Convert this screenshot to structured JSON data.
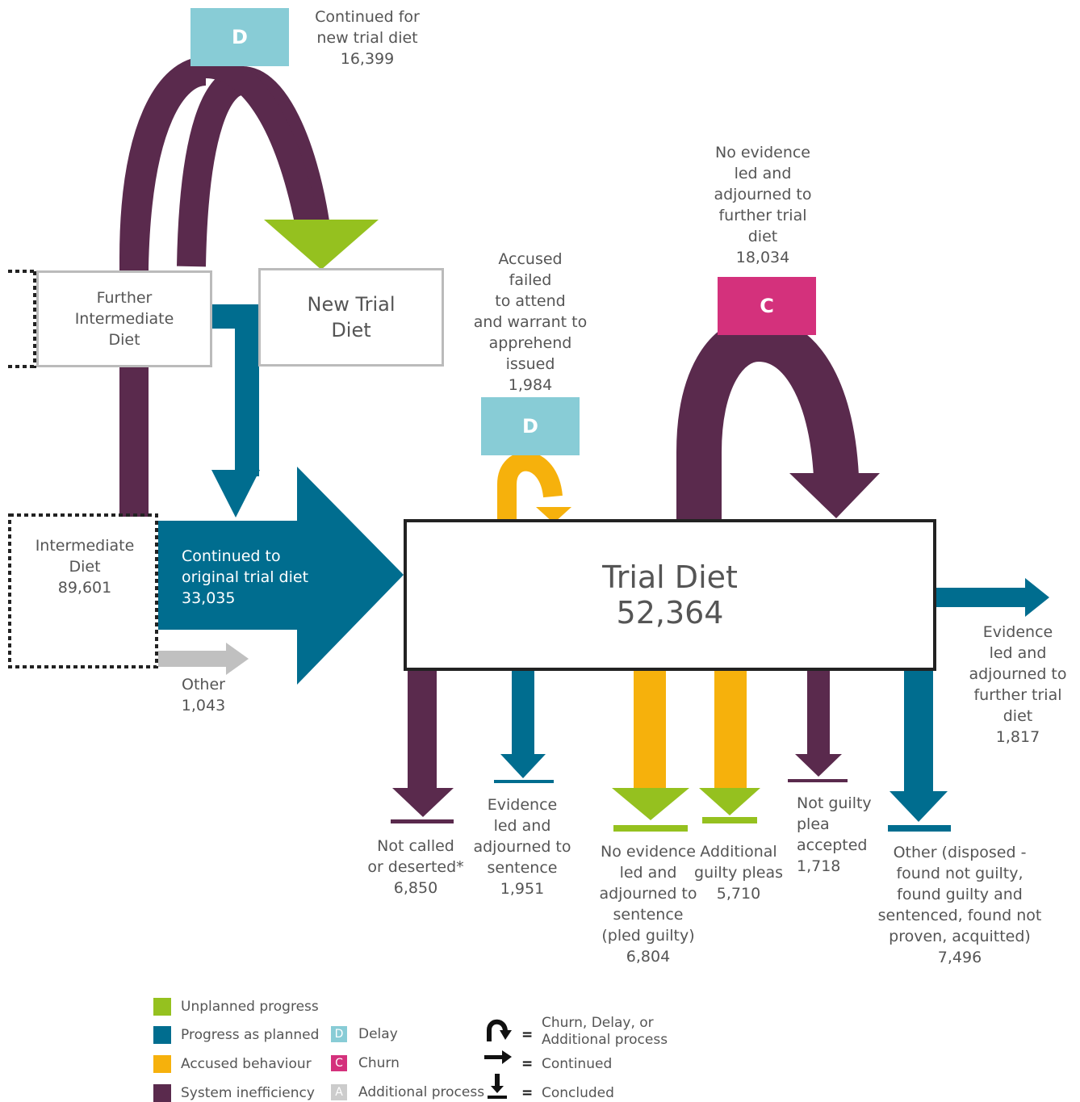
{
  "colors": {
    "unplanned_progress": "#95c11f",
    "progress_as_planned": "#006d8f",
    "accused_behaviour": "#f6b10c",
    "system_inefficiency": "#5a2a4d",
    "delay": "#88ccd6",
    "churn": "#d4317c",
    "additional_process": "#cccccc",
    "other_grey": "#c0c0c0"
  },
  "nodes": {
    "further_intermediate": "Further\nIntermediate\nDiet",
    "new_trial": "New Trial\nDiet",
    "intermediate": "Intermediate\nDiet\n89,601",
    "trial_diet_title": "Trial Diet",
    "trial_diet_value": "52,364"
  },
  "badges": {
    "delay_top": "D",
    "delay_accused": "D",
    "churn": "C"
  },
  "labels": {
    "continued_new_trial": "Continued for\nnew trial diet\n16,399",
    "accused_failed": "Accused\nfailed\nto attend\nand warrant to\napprehend\nissued\n1,984",
    "no_evidence_further": "No evidence\nled and\nadjourned to\nfurther trial\ndiet\n18,034",
    "continued_original": "Continued to\noriginal trial diet\n33,035",
    "other_1043": "Other\n1,043",
    "evidence_further": "Evidence\nled and\nadjourned to\nfurther trial\ndiet\n1,817",
    "not_called": "Not called\nor deserted*\n6,850",
    "evidence_sentence": "Evidence\nled and\nadjourned to\nsentence\n1,951",
    "no_evidence_sentence": "No evidence\nled and\nadjourned to\nsentence\n(pled guilty)\n6,804",
    "additional_guilty": "Additional\nguilty pleas\n5,710",
    "not_guilty_plea": "Not guilty\nplea\naccepted\n1,718",
    "other_disposed": "Other (disposed -\nfound not guilty,\nfound guilty and\nsentenced, found not\nproven, acquitted)\n7,496"
  },
  "legend": {
    "items": [
      {
        "label": "Unplanned progress",
        "color": "#95c11f"
      },
      {
        "label": "Progress as planned",
        "color": "#006d8f"
      },
      {
        "label": "Accused behaviour",
        "color": "#f6b10c"
      },
      {
        "label": "System inefficiency",
        "color": "#5a2a4d"
      }
    ],
    "keys": [
      {
        "letter": "D",
        "label": "Delay",
        "color": "#88ccd6"
      },
      {
        "letter": "C",
        "label": "Churn",
        "color": "#d4317c"
      },
      {
        "letter": "A",
        "label": "Additional process",
        "color": "#cccccc"
      }
    ],
    "symbols": [
      {
        "eq": "=",
        "label": "Churn, Delay, or\nAdditional process"
      },
      {
        "eq": "=",
        "label": "Continued"
      },
      {
        "eq": "=",
        "label": "Concluded"
      }
    ]
  }
}
